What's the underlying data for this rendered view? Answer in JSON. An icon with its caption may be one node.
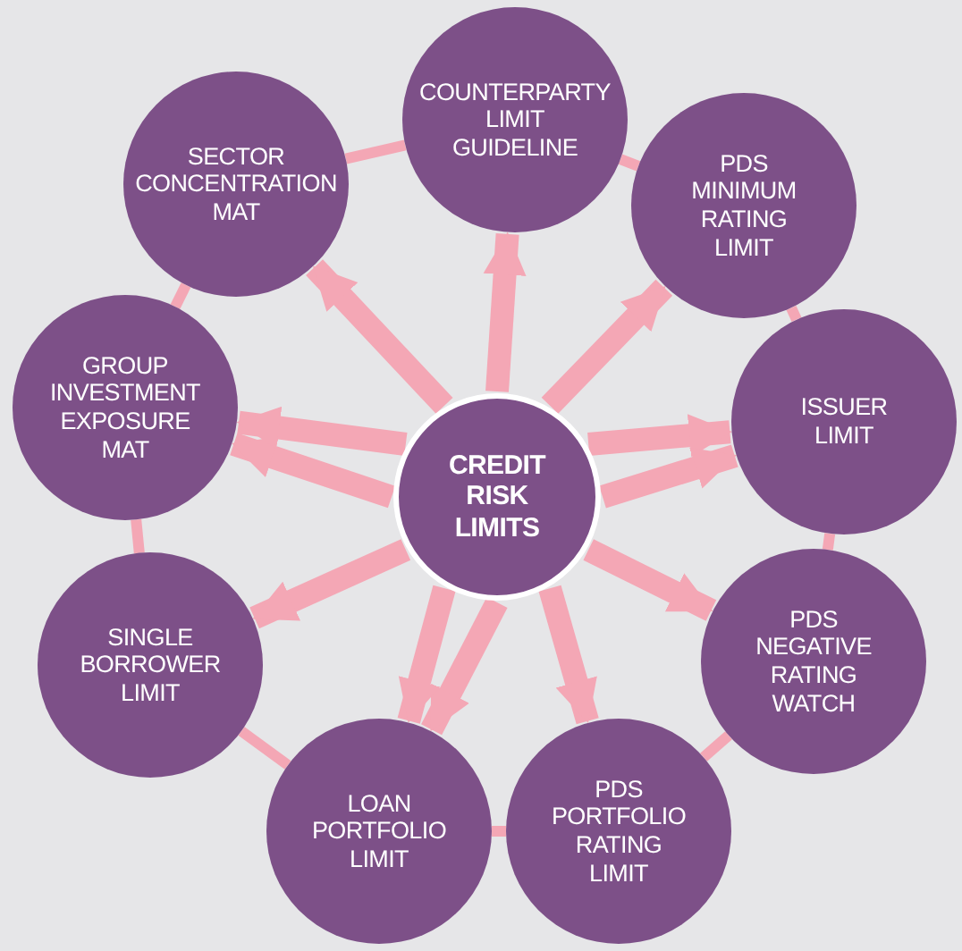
{
  "diagram": {
    "nodes": [
      {
        "text": [
          "CREDIT RISK LIMITS"
        ]
      },
      {
        "text": [
          "COUNTERPARTY LIMIT GUIDELINE"
        ]
      },
      {
        "text": [
          "PDS MINIMUM RATING LIMIT"
        ]
      },
      {
        "text": [
          "ISSUER LIMIT"
        ]
      },
      {
        "text": [
          "PDS NEGATIVE RATING WATCH"
        ]
      },
      {
        "text": [
          "PDS PORTFOLIO RATING LIMIT"
        ]
      },
      {
        "text": [
          "LOAN PORTFOLIO LIMIT"
        ]
      },
      {
        "text": [
          "SINGLE BORROWER LIMIT"
        ]
      },
      {
        "text": [
          "GROUP INVESTMENT EXPOSURE MAT"
        ]
      },
      {
        "text": [
          "SECTOR CONCENTRATION MAT"
        ]
      }
    ],
    "edges": [
      {
        "from": 0,
        "to": 1,
        "arrow": "to"
      },
      {
        "from": 0,
        "to": 2,
        "arrow": "to"
      },
      {
        "from": 0,
        "to": 3,
        "arrow": "to"
      },
      {
        "from": 0,
        "to": 3,
        "arrow": "to"
      },
      {
        "from": 0,
        "to": 4,
        "arrow": "to"
      },
      {
        "from": 0,
        "to": 5,
        "arrow": "to"
      },
      {
        "from": 0,
        "to": 6,
        "arrow": "to"
      },
      {
        "from": 0,
        "to": 6,
        "arrow": "to"
      },
      {
        "from": 0,
        "to": 7,
        "arrow": "to"
      },
      {
        "from": 0,
        "to": 8,
        "arrow": "to"
      },
      {
        "from": 0,
        "to": 8,
        "arrow": "to"
      },
      {
        "from": 0,
        "to": 9,
        "arrow": "to"
      },
      {
        "from": 1,
        "to": 2,
        "arrow": "none"
      },
      {
        "from": 2,
        "to": 3,
        "arrow": "none"
      },
      {
        "from": 3,
        "to": 4,
        "arrow": "none"
      },
      {
        "from": 4,
        "to": 5,
        "arrow": "none"
      },
      {
        "from": 5,
        "to": 6,
        "arrow": "none"
      },
      {
        "from": 6,
        "to": 7,
        "arrow": "none"
      },
      {
        "from": 7,
        "to": 8,
        "arrow": "none"
      },
      {
        "from": 8,
        "to": 9,
        "arrow": "none"
      },
      {
        "from": 9,
        "to": 1,
        "arrow": "none"
      }
    ]
  }
}
